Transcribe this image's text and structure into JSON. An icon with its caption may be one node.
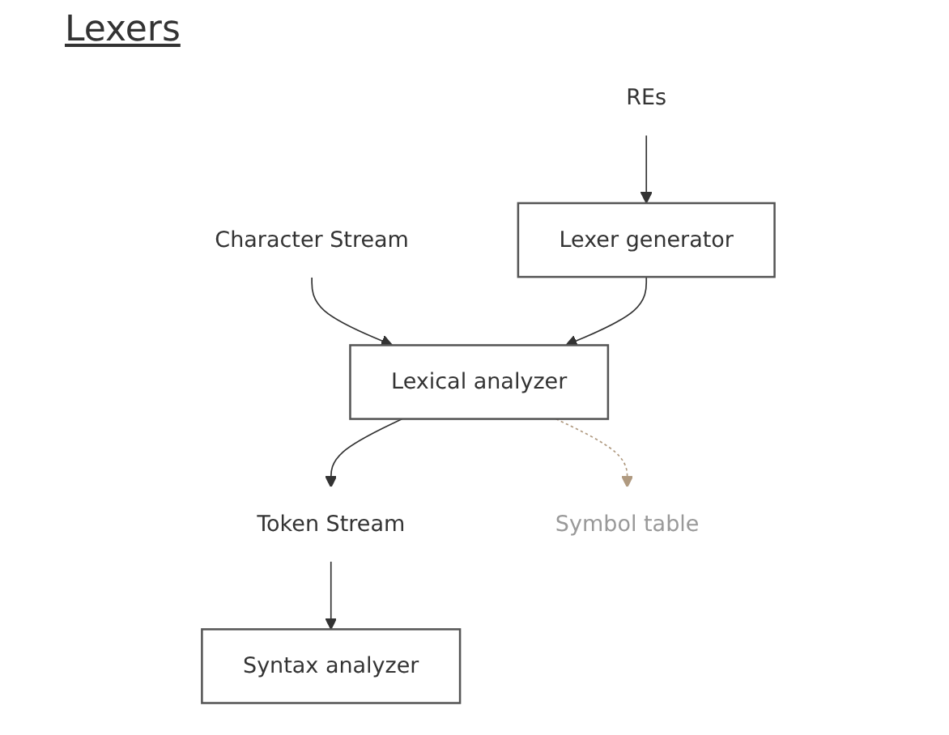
{
  "diagram": {
    "title": "Lexers",
    "nodes": [
      {
        "text": [
          "REs"
        ]
      },
      {
        "text": [
          "Character Stream"
        ]
      },
      {
        "text": [
          "Lexical analyzer"
        ]
      },
      {
        "text": [
          "Lexer generator"
        ]
      },
      {
        "text": [
          "Token Stream"
        ]
      },
      {
        "text": [
          "Symbol table"
        ]
      },
      {
        "text": [
          "Syntax analyzer"
        ]
      }
    ],
    "edges": [
      {
        "from": 0,
        "to": 3,
        "arrow": "to"
      },
      {
        "from": 1,
        "to": 2,
        "arrow": "to"
      },
      {
        "from": 3,
        "to": 2,
        "arrow": "to"
      },
      {
        "from": 2,
        "to": 4,
        "arrow": "to"
      },
      {
        "from": 2,
        "to": 5,
        "arrow": "to",
        "style": "dashed",
        "color": "#b09a80"
      },
      {
        "from": 4,
        "to": 6,
        "arrow": "to"
      }
    ]
  }
}
